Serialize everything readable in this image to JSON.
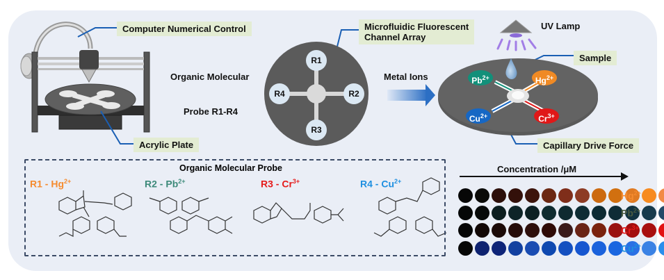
{
  "callouts": {
    "cnc": "Computer Numerical Control",
    "acrylic": "Acrylic Plate",
    "microfluidic_line1": "Microfluidic Fluorescent",
    "microfluidic_line2": "Channel Array",
    "sample": "Sample",
    "capillary": "Capillary Drive Force"
  },
  "texts": {
    "organic_line1": "Organic Molecular",
    "organic_line2": "Probe R1-R4",
    "metal_ions": "Metal Ions",
    "uv_lamp": "UV Lamp"
  },
  "channel_array": {
    "nodes": [
      "R1",
      "R2",
      "R3",
      "R4"
    ]
  },
  "disc_ions": [
    {
      "name": "Pb",
      "charge": "2+",
      "color": "#12907a"
    },
    {
      "name": "Hg",
      "charge": "2+",
      "color": "#f08a24"
    },
    {
      "name": "Cu",
      "charge": "2+",
      "color": "#1667c4"
    },
    {
      "name": "Cr",
      "charge": "3+",
      "color": "#e01818"
    }
  ],
  "probes": {
    "title": "Organic Molecular Probe",
    "items": [
      {
        "id": "R1",
        "ion": "Hg",
        "charge": "2+",
        "color": "#f58b2e"
      },
      {
        "id": "R2",
        "ion": "Pb",
        "charge": "2+",
        "color": "#3d8a7a"
      },
      {
        "id": "R3",
        "ion": "Cr",
        "charge": "3+",
        "color": "#e51b1b"
      },
      {
        "id": "R4",
        "ion": "Cu",
        "charge": "2+",
        "color": "#1e8fe0"
      }
    ]
  },
  "concentration": {
    "title": "Concentration /μM",
    "rows": [
      {
        "ion": "Hg",
        "charge": "2+",
        "label_color": "#f58b2e",
        "colors": [
          "#070707",
          "#0a0a08",
          "#2c0f0a",
          "#33100a",
          "#3c140c",
          "#6b2812",
          "#7f2e1a",
          "#8d3b24",
          "#cc6a10",
          "#d17010",
          "#e07a22",
          "#f78b20",
          "#f28a46"
        ]
      },
      {
        "ion": "Pb",
        "charge": "2+",
        "label_color": "#4a5a40",
        "colors": [
          "#050707",
          "#070a0a",
          "#0c1e20",
          "#0e2428",
          "#0c2024",
          "#102c30",
          "#0f2a30",
          "#0e2c34",
          "#0d2a33",
          "#0e2c36",
          "#123240",
          "#173a4c",
          "#244a68"
        ]
      },
      {
        "ion": "Cr",
        "charge": "3+",
        "label_color": "#e51b1b",
        "colors": [
          "#060606",
          "#120806",
          "#1b0a08",
          "#260c0a",
          "#2e0f0c",
          "#2e0a06",
          "#3a1a1a",
          "#6a2416",
          "#7a220e",
          "#9a1212",
          "#a30e0e",
          "#a80f0f",
          "#e21212"
        ]
      },
      {
        "ion": "Cu",
        "charge": "2+",
        "label_color": "#1e8fe0",
        "colors": [
          "#070707",
          "#0e2270",
          "#0e2478",
          "#1240a0",
          "#1a4cb2",
          "#0e48b0",
          "#1450c0",
          "#1656d0",
          "#1a62dc",
          "#1a66e0",
          "#2a70e4",
          "#3a82e4",
          "#2a8eec"
        ]
      }
    ]
  },
  "colors": {
    "card_bg": "#eaeef6",
    "callout_bg": "#e3ecd3",
    "leader_line": "#1a5fb4"
  }
}
